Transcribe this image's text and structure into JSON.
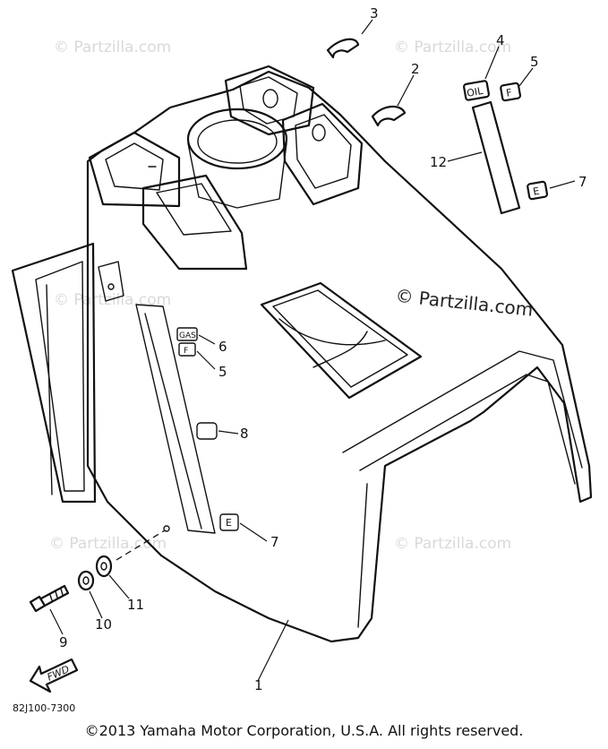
{
  "diagram": {
    "callouts": [
      {
        "id": "c1",
        "label": "1"
      },
      {
        "id": "c2",
        "label": "2"
      },
      {
        "id": "c3",
        "label": "3"
      },
      {
        "id": "c4",
        "label": "4"
      },
      {
        "id": "c5a",
        "label": "5"
      },
      {
        "id": "c5b",
        "label": "5"
      },
      {
        "id": "c6",
        "label": "6"
      },
      {
        "id": "c7a",
        "label": "7"
      },
      {
        "id": "c7b",
        "label": "7"
      },
      {
        "id": "c8",
        "label": "8"
      },
      {
        "id": "c9",
        "label": "9"
      },
      {
        "id": "c10",
        "label": "10"
      },
      {
        "id": "c11",
        "label": "11"
      },
      {
        "id": "c12",
        "label": "12"
      }
    ],
    "decal_oil": "OIL",
    "decal_gas": "GAS",
    "decal_f": "F",
    "decal_e": "E",
    "fwd_label": "FWD",
    "part_code": "82J100-7300",
    "watermark_main": "© Partzilla.com",
    "watermark_faint": "© Partzilla.com"
  },
  "footer": {
    "copyright": "©2013  Yamaha Motor Corporation, U.S.A. All rights reserved."
  }
}
